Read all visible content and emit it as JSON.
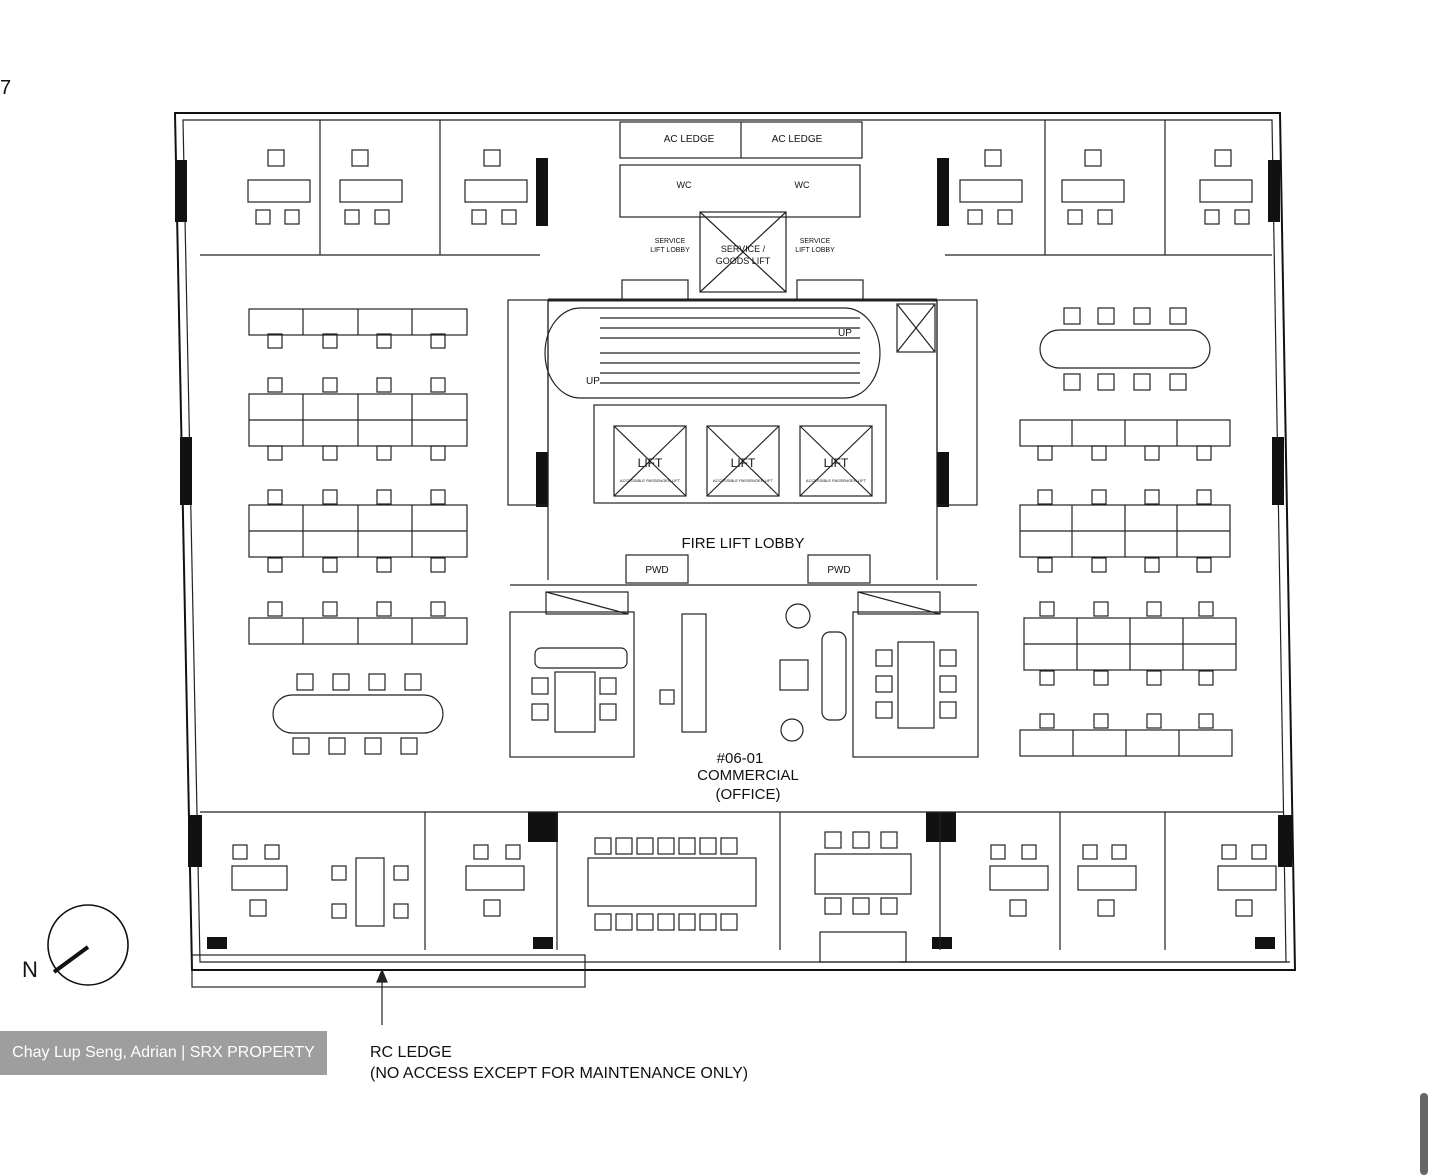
{
  "plan": {
    "unit_number": "#06-01",
    "unit_use": "COMMERCIAL",
    "unit_use_detail": "(OFFICE)",
    "fire_lift_lobby": "FIRE LIFT LOBBY",
    "ac_ledge_left": "AC LEDGE",
    "ac_ledge_right": "AC LEDGE",
    "wc_left": "WC",
    "wc_right": "WC",
    "service_lobby_left_1": "SERVICE",
    "service_lobby_left_2": "LIFT LOBBY",
    "service_lobby_right_1": "SERVICE",
    "service_lobby_right_2": "LIFT LOBBY",
    "service_lift_1": "SERVICE /",
    "service_lift_2": "GOODS LIFT",
    "lift_labels": [
      "LIFT",
      "LIFT",
      "LIFT"
    ],
    "lift_sublabels": [
      "ACCESSIBLE PASSENGER LIFT",
      "ACCESSIBLE PASSENGER LIFT",
      "ACCESSIBLE PASSENGER LIFT"
    ],
    "stair_up_left": "UP",
    "stair_up_right": "UP",
    "pwd_left": "PWD",
    "pwd_right": "PWD",
    "north_label": "N",
    "corner_mark": "7",
    "rc_ledge_line1": "RC LEDGE",
    "rc_ledge_line2": "(NO ACCESS EXCEPT FOR MAINTENANCE ONLY)"
  },
  "watermark": "Chay Lup Seng, Adrian | SRX PROPERTY"
}
